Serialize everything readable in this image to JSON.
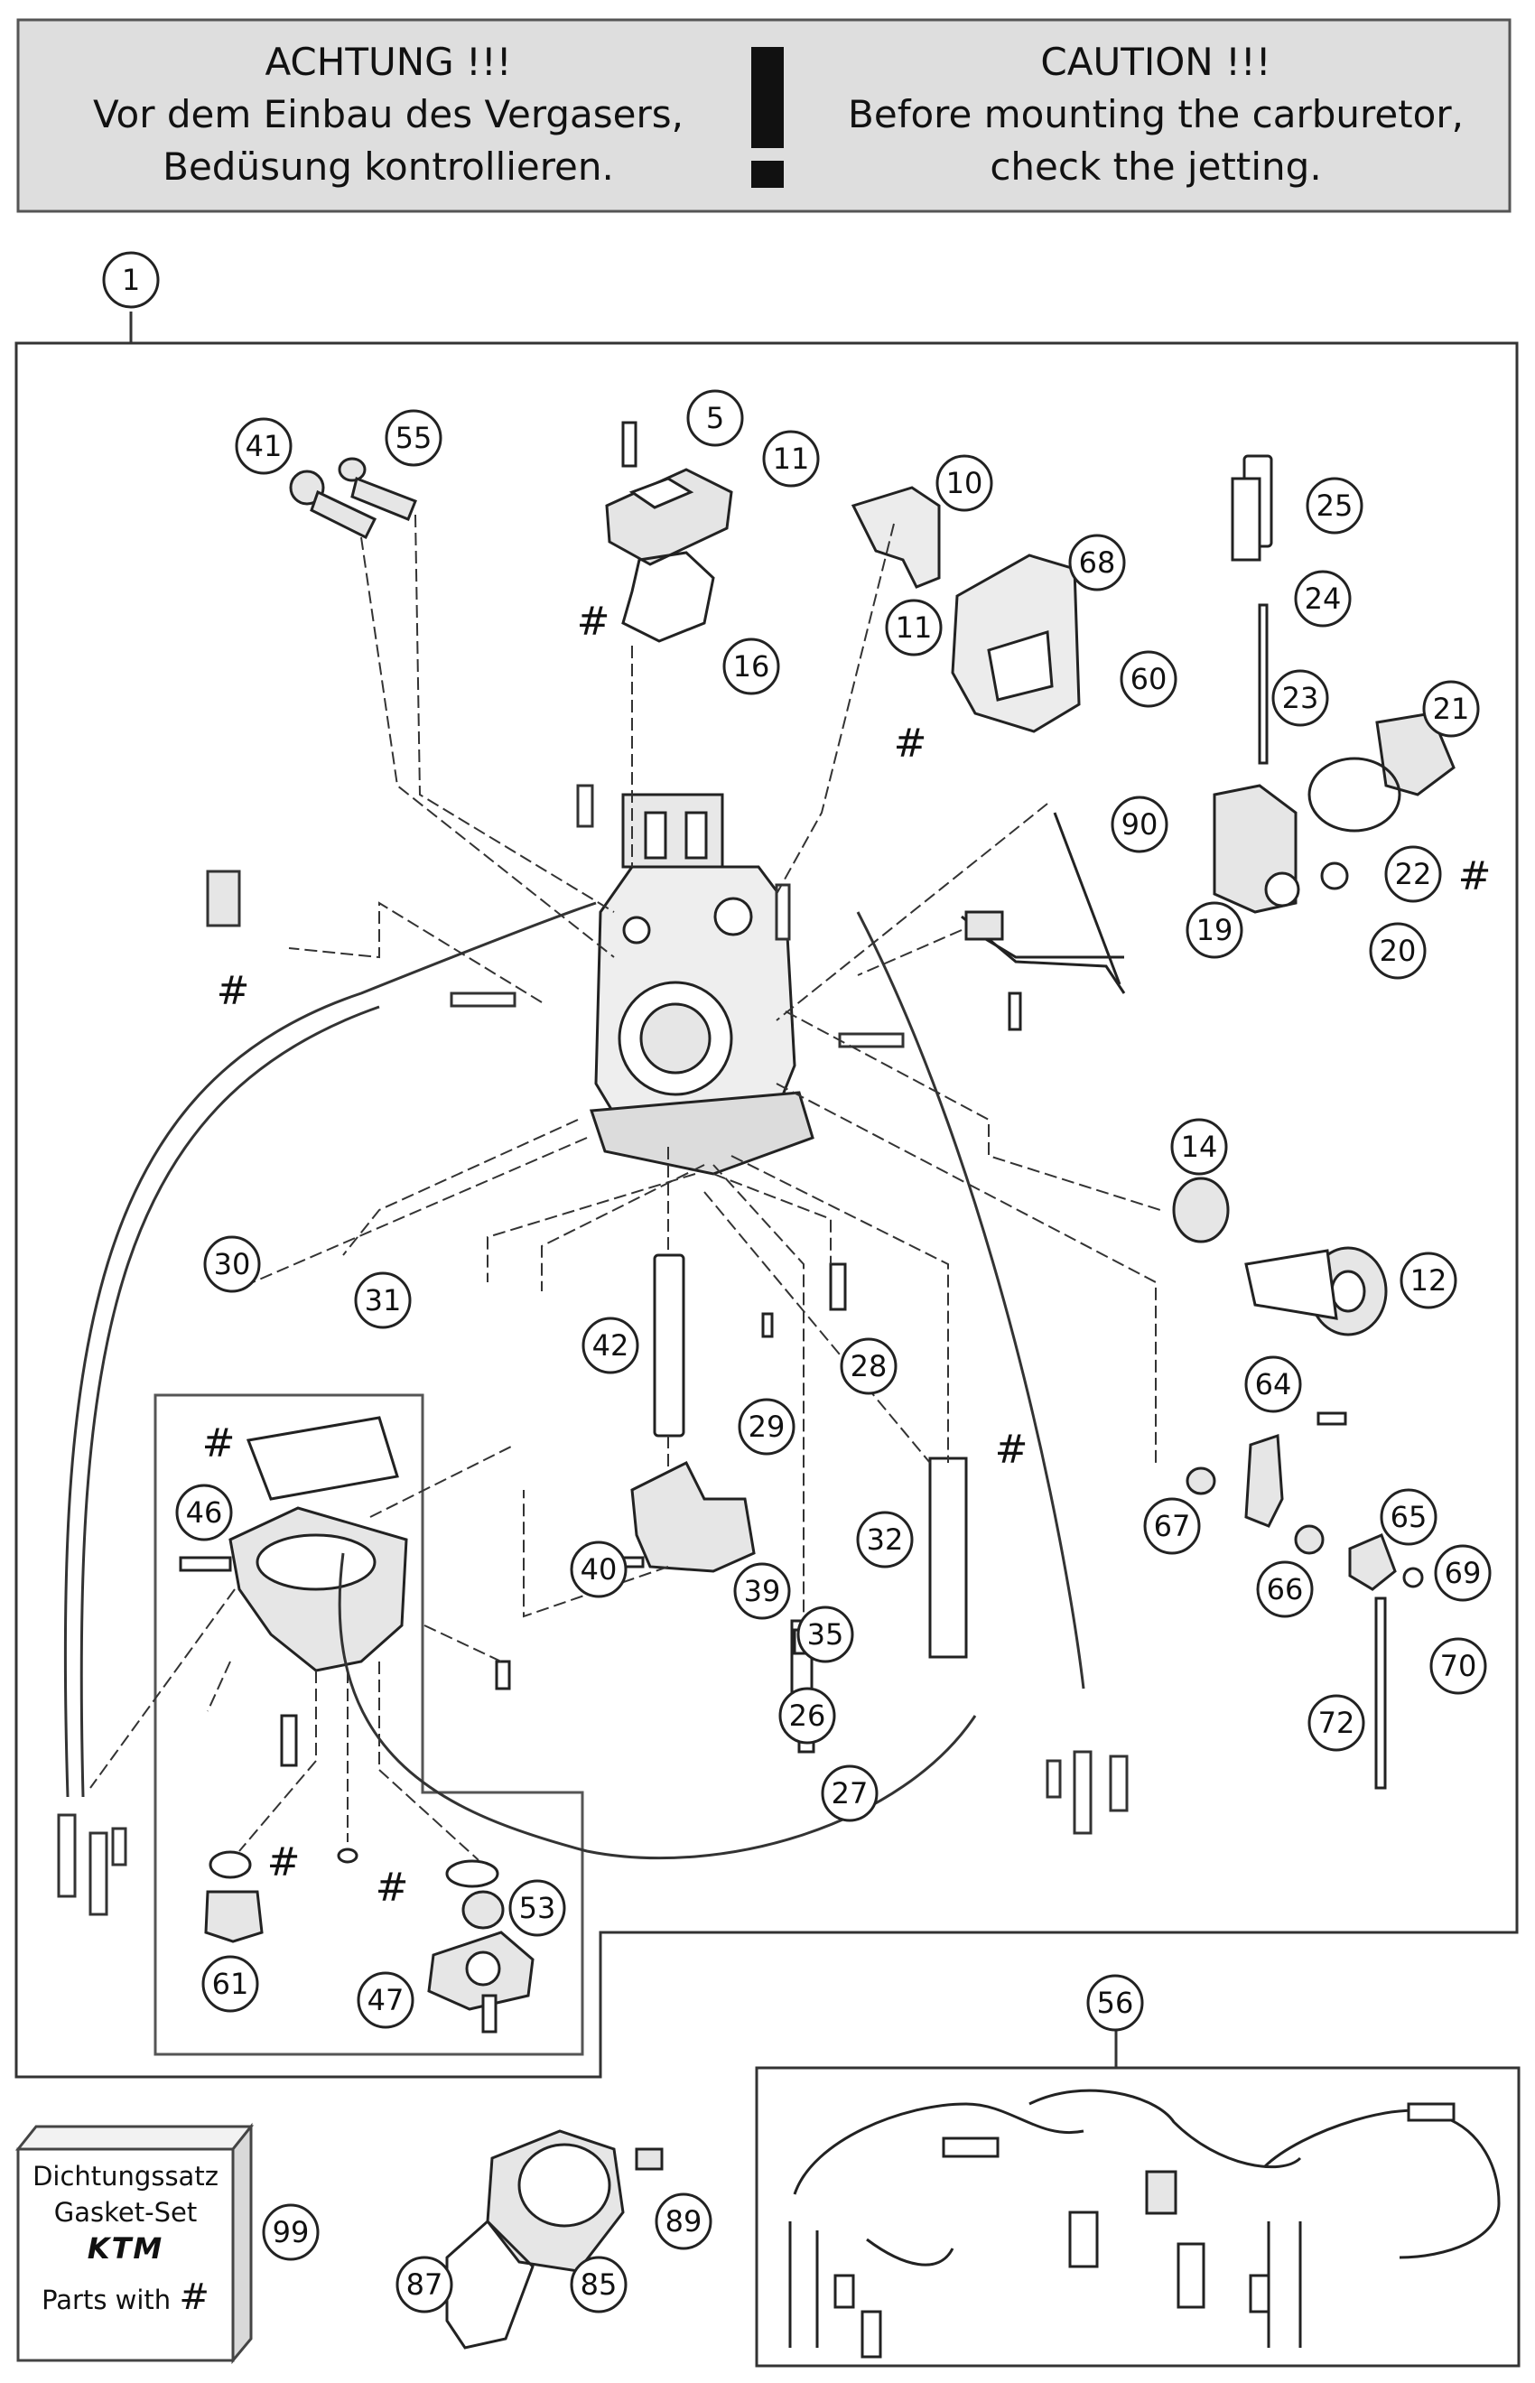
{
  "caution": {
    "de_line1": "ACHTUNG !!!",
    "de_line2": "Vor dem Einbau des Vergasers,",
    "de_line3": "Bedüsung kontrollieren.",
    "en_line1": "CAUTION !!!",
    "en_line2": "Before mounting the carburetor,",
    "en_line3": "check the jetting."
  },
  "gasket_set": {
    "line1": "Dichtungssatz",
    "line2": "Gasket-Set",
    "logo": "KTM",
    "line3": "Parts with",
    "symbol": "#"
  },
  "hash_symbol": "#",
  "callouts": [
    "1",
    "5",
    "10",
    "11",
    "11",
    "12",
    "14",
    "16",
    "19",
    "20",
    "21",
    "22",
    "23",
    "24",
    "25",
    "26",
    "27",
    "28",
    "29",
    "30",
    "31",
    "32",
    "35",
    "39",
    "40",
    "41",
    "42",
    "46",
    "47",
    "53",
    "55",
    "56",
    "60",
    "61",
    "64",
    "65",
    "66",
    "67",
    "68",
    "69",
    "70",
    "72",
    "85",
    "87",
    "89",
    "90",
    "99"
  ],
  "icons": [
    "carburetor-body-icon",
    "float-bowl-icon",
    "throttle-valve-icon",
    "cable-icon",
    "screw-icon",
    "jet-icon",
    "gasket-icon",
    "intake-manifold-icon",
    "hose-set-icon"
  ]
}
